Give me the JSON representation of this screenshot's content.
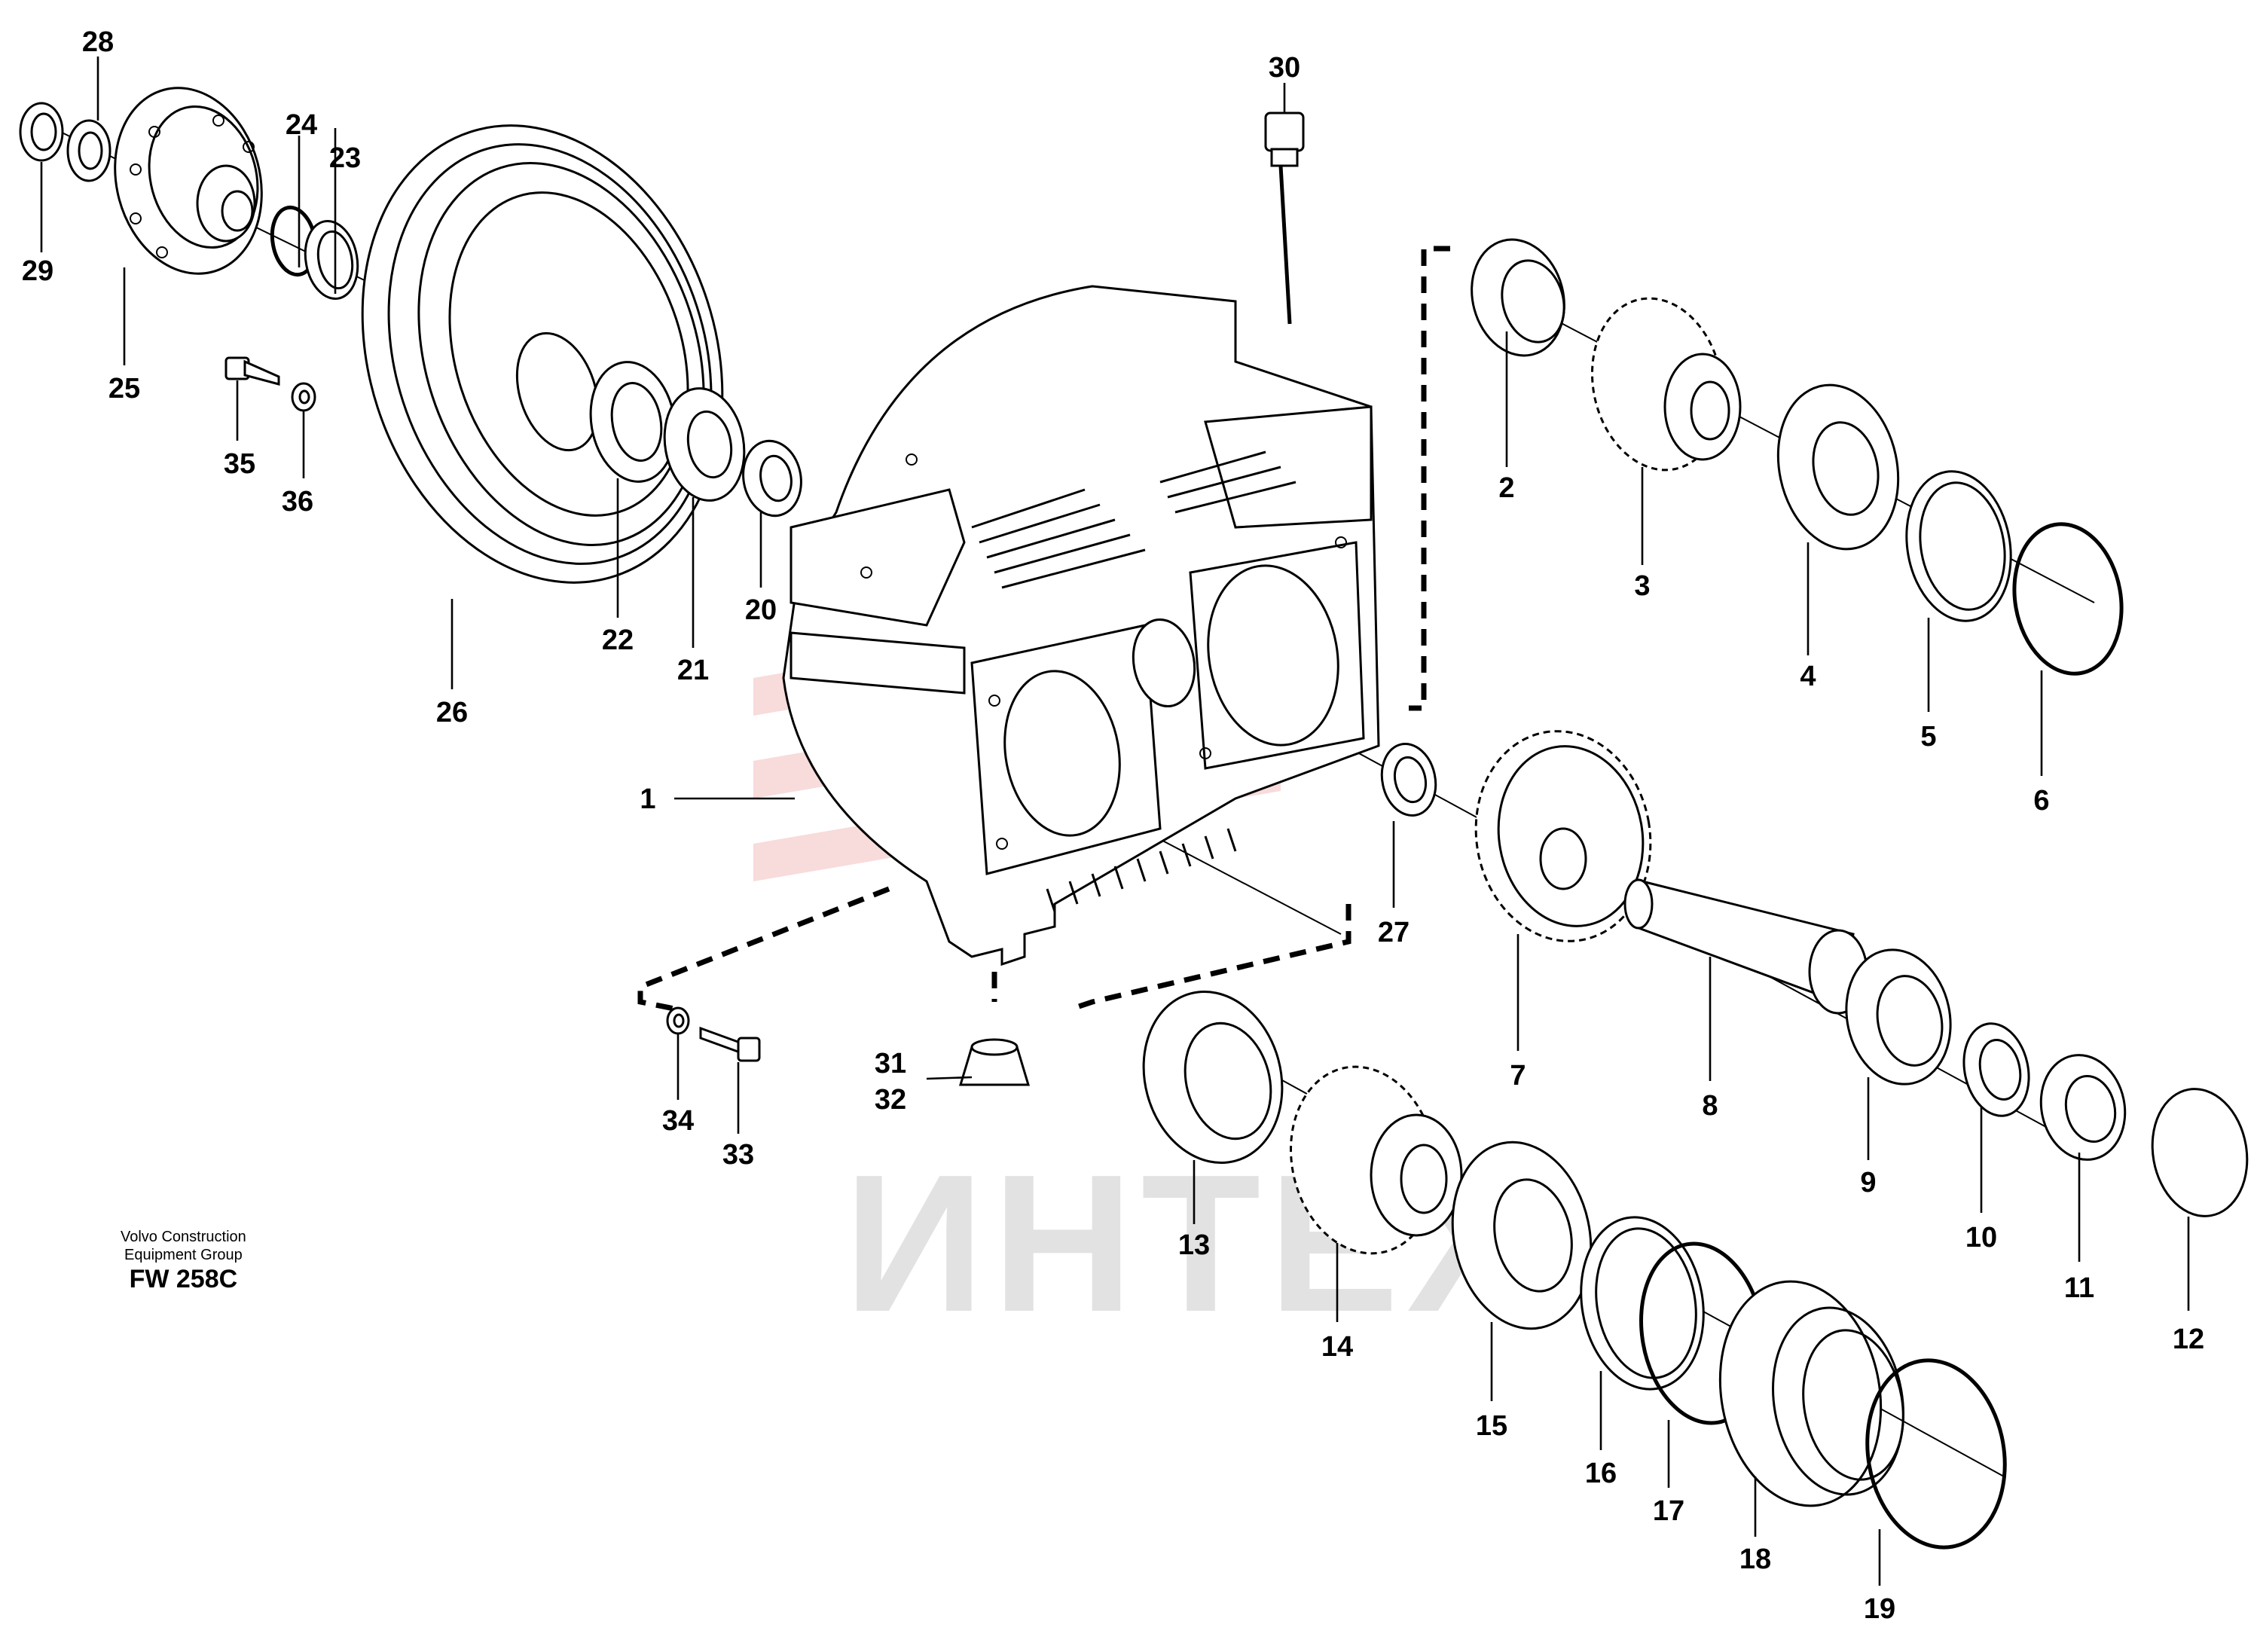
{
  "credit": {
    "company_line1": "Volvo Construction",
    "company_line2": "Equipment Group",
    "drawing_code": "FW 258C"
  },
  "watermark": {
    "text": "ИНТЕХ",
    "logo_color": "#f2b7b7"
  },
  "callouts": [
    {
      "num": "1"
    },
    {
      "num": "2"
    },
    {
      "num": "3"
    },
    {
      "num": "4"
    },
    {
      "num": "5"
    },
    {
      "num": "6"
    },
    {
      "num": "7"
    },
    {
      "num": "8"
    },
    {
      "num": "9"
    },
    {
      "num": "10"
    },
    {
      "num": "11"
    },
    {
      "num": "12"
    },
    {
      "num": "13"
    },
    {
      "num": "14"
    },
    {
      "num": "15"
    },
    {
      "num": "16"
    },
    {
      "num": "17"
    },
    {
      "num": "18"
    },
    {
      "num": "19"
    },
    {
      "num": "20"
    },
    {
      "num": "21"
    },
    {
      "num": "22"
    },
    {
      "num": "23"
    },
    {
      "num": "24"
    },
    {
      "num": "25"
    },
    {
      "num": "26"
    },
    {
      "num": "27"
    },
    {
      "num": "28"
    },
    {
      "num": "29"
    },
    {
      "num": "30"
    },
    {
      "num": "31"
    },
    {
      "num": "32"
    },
    {
      "num": "33"
    },
    {
      "num": "34"
    },
    {
      "num": "35"
    },
    {
      "num": "36"
    }
  ]
}
